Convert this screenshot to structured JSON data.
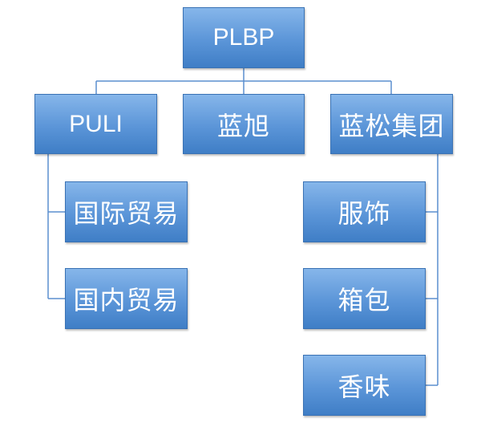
{
  "root": {
    "label": "PLBP"
  },
  "children": {
    "puli": {
      "label": "PULI"
    },
    "lanxu": {
      "label": "蓝旭"
    },
    "lansong": {
      "label": "蓝松集团"
    }
  },
  "puli_sub": [
    {
      "label": "国际贸易"
    },
    {
      "label": "国内贸易"
    }
  ],
  "lansong_sub": [
    {
      "label": "服饰"
    },
    {
      "label": "箱包"
    },
    {
      "label": "香味"
    }
  ]
}
